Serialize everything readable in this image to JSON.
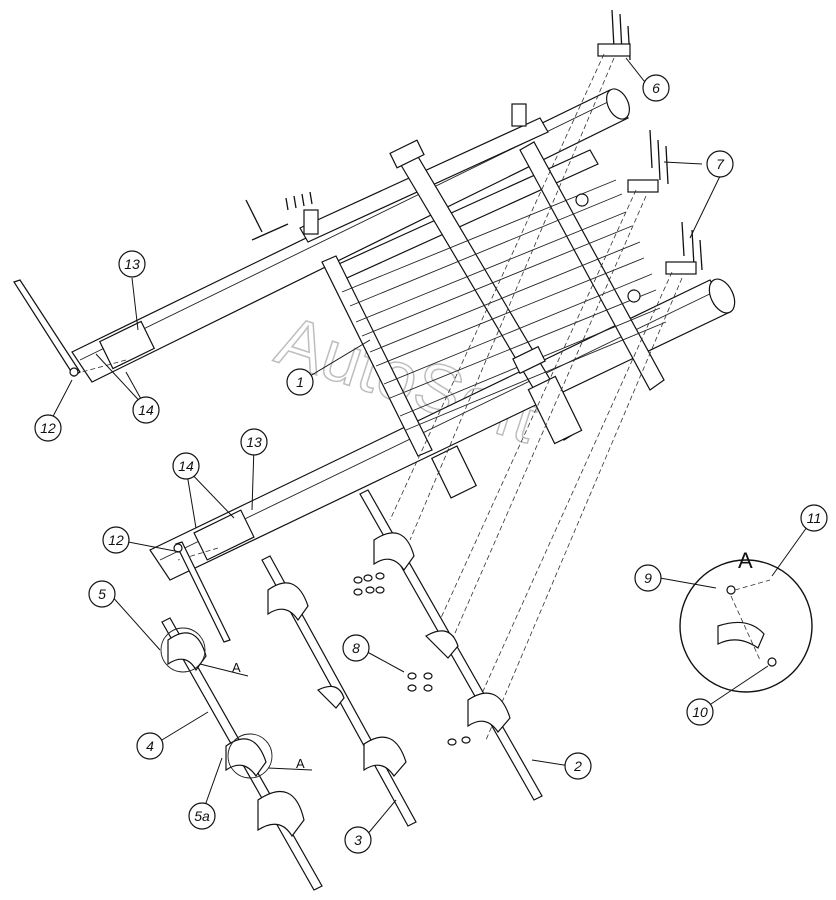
{
  "watermark": "AutoSoft",
  "callouts": [
    "1",
    "2",
    "3",
    "4",
    "5",
    "5a",
    "6",
    "7",
    "8",
    "9",
    "10",
    "11",
    "12",
    "12",
    "13",
    "13",
    "14",
    "14"
  ],
  "detail": {
    "label": "A",
    "ref_upper": "A",
    "ref_lower": "A"
  }
}
